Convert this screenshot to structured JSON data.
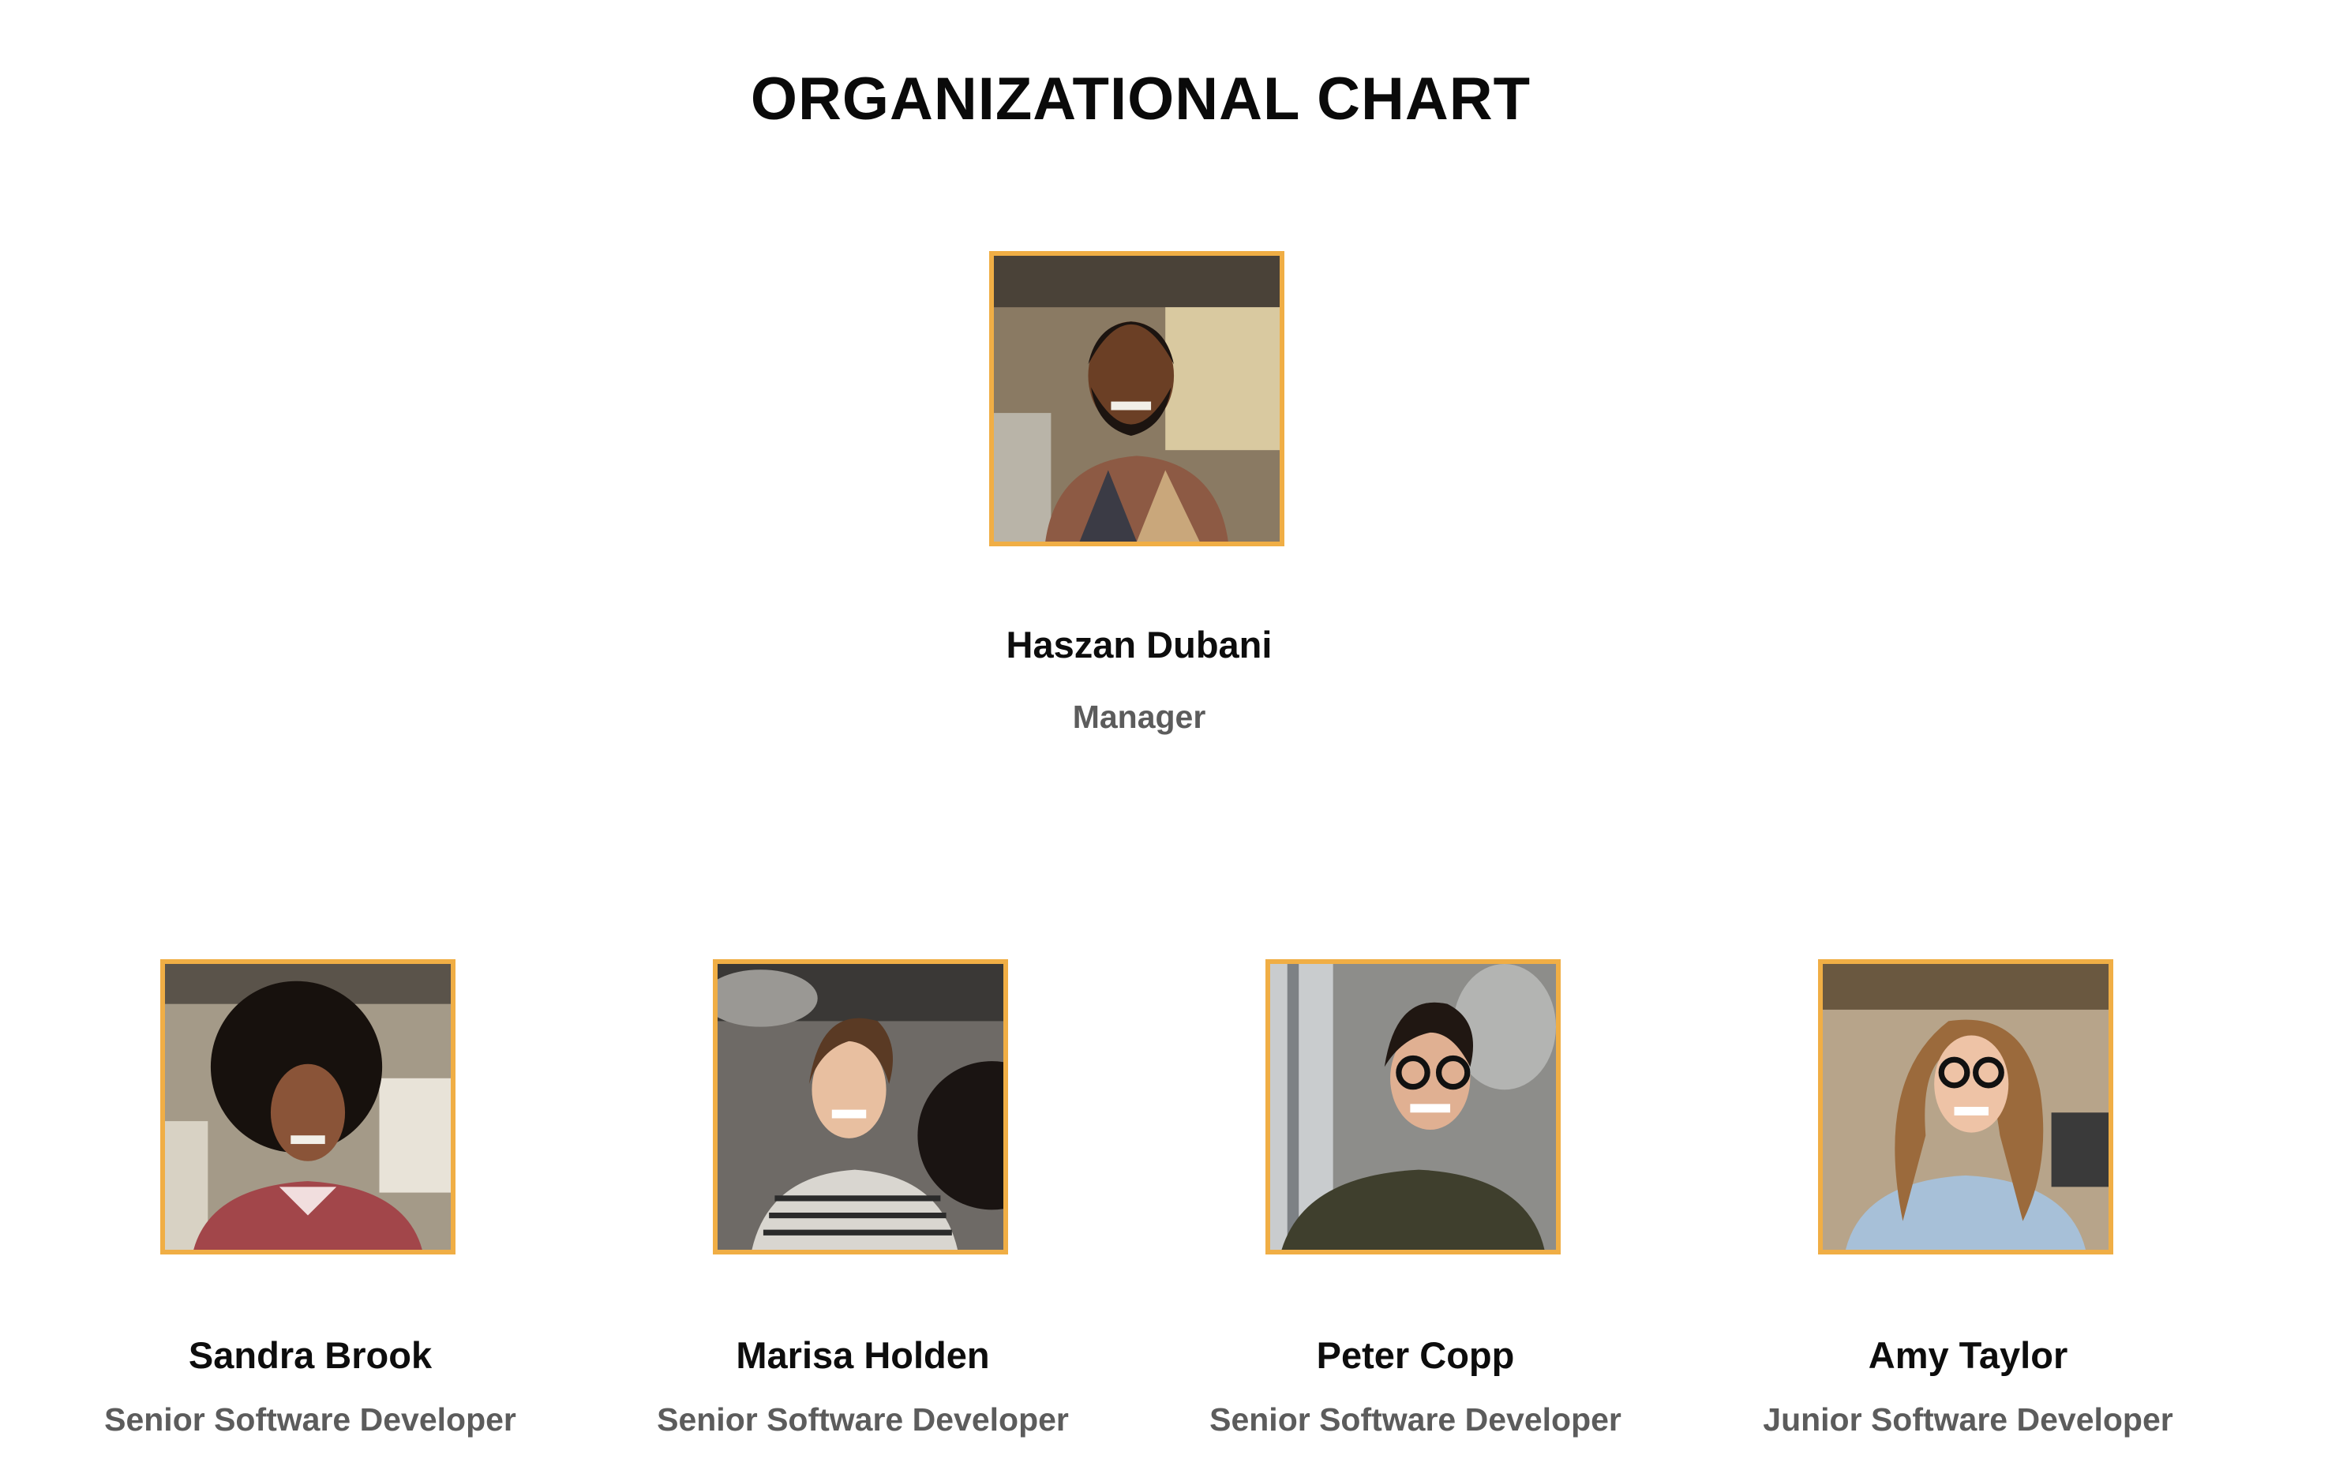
{
  "title": "ORGANIZATIONAL CHART",
  "accent_color": "#f0ae45",
  "manager": {
    "name": "Haszan Dubani",
    "role": "Manager",
    "photo_icon": "person-photo"
  },
  "team": [
    {
      "name": "Sandra Brook",
      "role": "Senior Software Developer",
      "photo_icon": "person-photo"
    },
    {
      "name": "Marisa Holden",
      "role": "Senior Software Developer",
      "photo_icon": "person-photo"
    },
    {
      "name": "Peter Copp",
      "role": "Senior Software Developer",
      "photo_icon": "person-photo"
    },
    {
      "name": "Amy Taylor",
      "role": "Junior Software Developer",
      "photo_icon": "person-photo"
    }
  ]
}
